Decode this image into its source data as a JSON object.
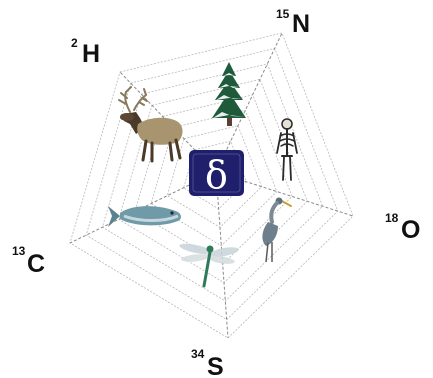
{
  "axes": [
    {
      "key": "H",
      "mass": "2",
      "element": "H"
    },
    {
      "key": "N",
      "mass": "15",
      "element": "N"
    },
    {
      "key": "O",
      "mass": "18",
      "element": "O"
    },
    {
      "key": "S",
      "mass": "34",
      "element": "S"
    },
    {
      "key": "C",
      "mass": "13",
      "element": "C"
    }
  ],
  "center_symbol": "δ",
  "organisms": [
    {
      "name": "elk",
      "icon": "elk-icon"
    },
    {
      "name": "conifer-tree",
      "icon": "tree-icon"
    },
    {
      "name": "human-skeleton",
      "icon": "skeleton-icon"
    },
    {
      "name": "heron",
      "icon": "heron-icon"
    },
    {
      "name": "dragonfly",
      "icon": "dragonfly-icon"
    },
    {
      "name": "fish",
      "icon": "fish-icon"
    }
  ],
  "colors": {
    "web_line": "#b8b8b8",
    "axis_line": "#8a8a8a",
    "delta_box": "#1f1f6b",
    "delta_text": "#ffffff",
    "label": "#111111"
  },
  "grid": {
    "rings": 9
  }
}
